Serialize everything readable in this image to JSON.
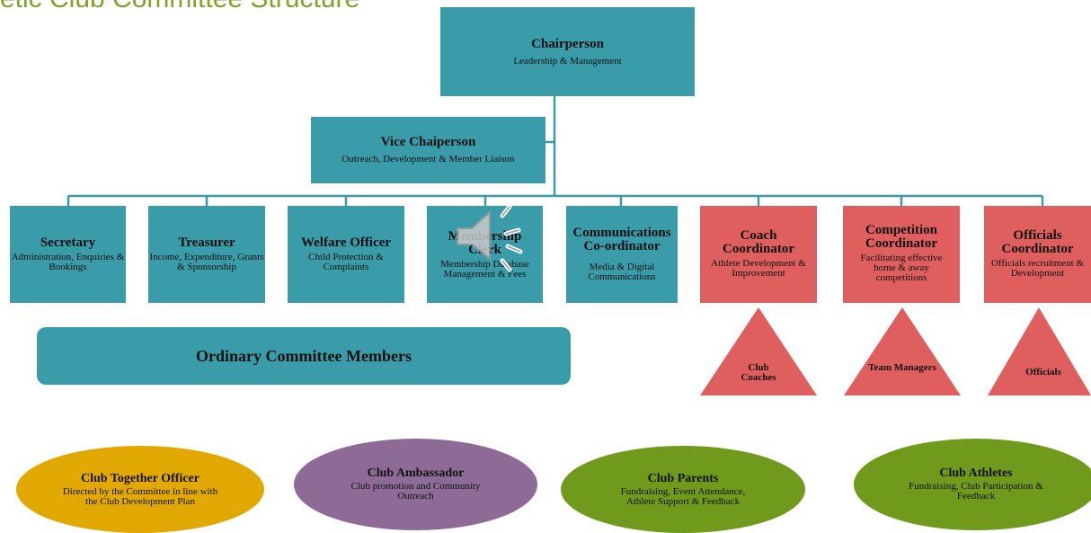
{
  "title": "etic Club Committee Structure",
  "chairperson": {
    "title": "Chairperson",
    "subtitle": "Leadership & Management"
  },
  "vice": {
    "title": "Vice Chaiperson",
    "subtitle": "Outreach, Development & Member Liaison"
  },
  "officers": [
    {
      "title": "Secretary",
      "subtitle": "Administration, Enquiries & Bookings"
    },
    {
      "title": "Treasurer",
      "subtitle": "Income, Expenditure, Grants & Sponsorship"
    },
    {
      "title": "Welfare Officer",
      "subtitle": "Child Protection & Complaints"
    },
    {
      "title": "Membership Clerk",
      "subtitle": "Membership Database Management & Fees"
    },
    {
      "title": "Communications Co-ordinator",
      "subtitle": "Media & Digital Communications"
    },
    {
      "title": "Coach Coordinator",
      "subtitle": "Athlete Development & Improvement"
    },
    {
      "title": "Competition Coordinator",
      "subtitle": "Facilitating effective home & away competitions"
    },
    {
      "title": "Officials Coordinator",
      "subtitle": "Officials recruitment & Development"
    }
  ],
  "ordinary": {
    "title": "Ordinary Committee Members"
  },
  "triangles": [
    {
      "label": "Club Coaches"
    },
    {
      "label": "Team Managers"
    },
    {
      "label": "Officials"
    }
  ],
  "ellipses": [
    {
      "title": "Club Together Officer",
      "subtitle": "Directed by the Committee in line with the Club Development Plan",
      "color": "#e0a800"
    },
    {
      "title": "Club Ambassador",
      "subtitle": "Club promotion and Community Outreach",
      "color": "#8e6b96"
    },
    {
      "title": "Club Parents",
      "subtitle": "Fundraising, Event Attendance, Athlete Support & Feedback",
      "color": "#6f9a1c"
    },
    {
      "title": "Club Athletes",
      "subtitle": "Fundraising, Club Participation & Feedback",
      "color": "#6f9a1c"
    }
  ],
  "colors": {
    "teal": "#3a9ba9",
    "red": "#df5f5f",
    "title": "#7fa32b"
  },
  "icons": {
    "audio": "speaker-icon"
  }
}
